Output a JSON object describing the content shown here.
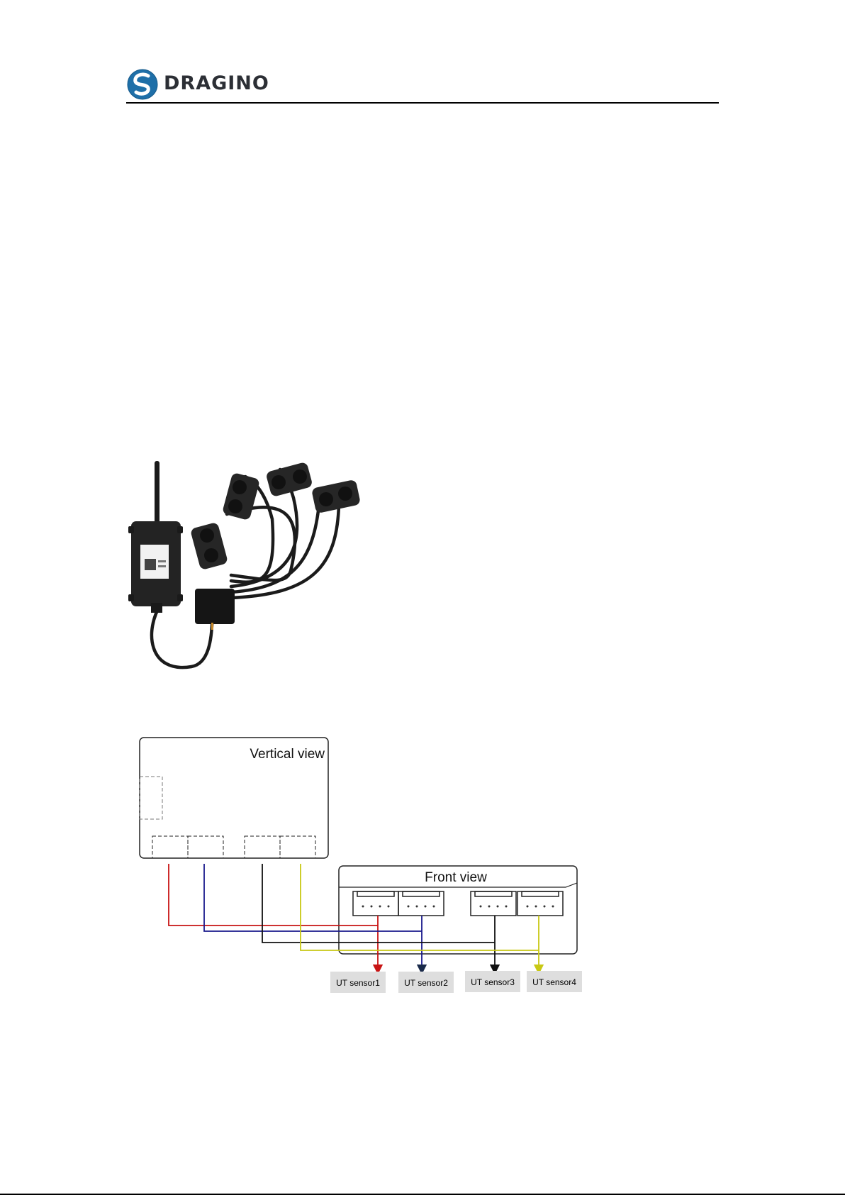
{
  "header": {
    "brand": "DRAGINO",
    "accent_color": "#1e6fa8",
    "icon": "dragino-logo-icon"
  },
  "product_photo": {
    "icon": "lorawan-node-with-four-ultrasonic-sensors"
  },
  "wiring_diagram": {
    "vertical_view_label": "Vertical view",
    "front_view_label": "Front view",
    "sensors": [
      {
        "label": "UT sensor1",
        "wire_color": "#c81414"
      },
      {
        "label": "UT sensor2",
        "wire_color": "#1a1a8c"
      },
      {
        "label": "UT sensor3",
        "wire_color": "#1a1a1a"
      },
      {
        "label": "UT sensor4",
        "wire_color": "#c8c814"
      }
    ]
  }
}
